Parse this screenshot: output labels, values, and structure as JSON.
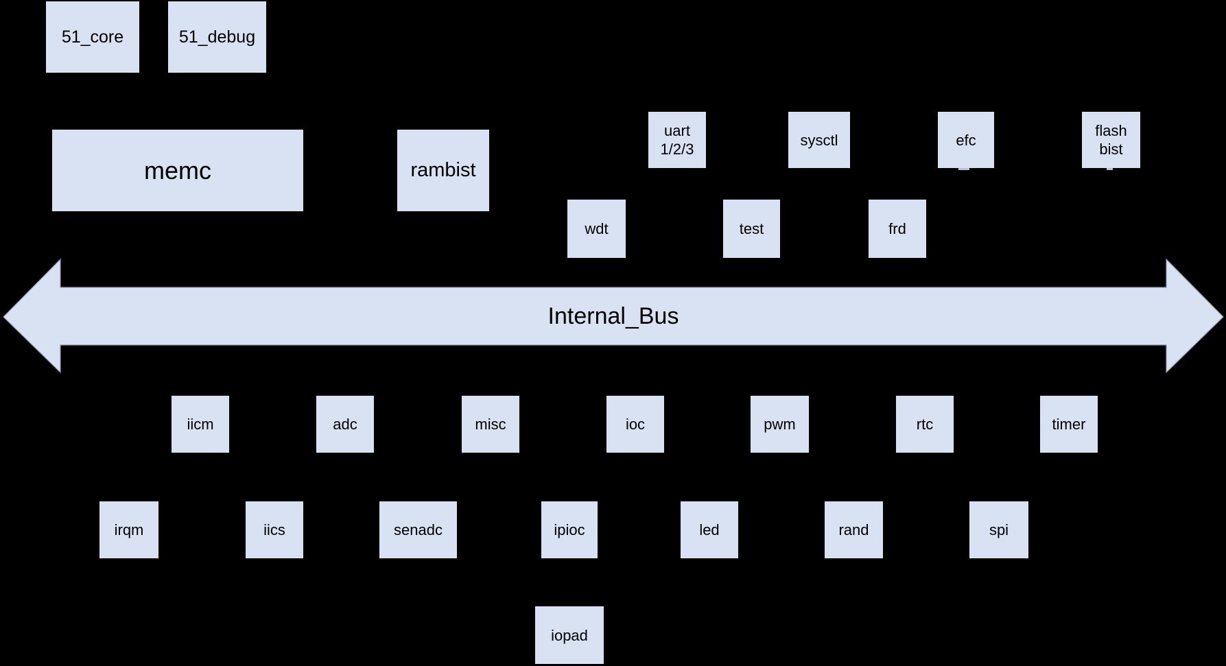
{
  "diagram_type": "soc-block-diagram",
  "colors": {
    "background": "#000000",
    "block_fill": "#d9e2f3",
    "block_text": "#000000",
    "bus_fill": "#d9e2f3",
    "bus_outline": "#9099ac",
    "connector_stub": "#b9c2d9"
  },
  "bus": {
    "label": "Internal_Bus",
    "direction": "double-headed-horizontal"
  },
  "blocks": {
    "core51": {
      "label": "51_core"
    },
    "debug51": {
      "label": "51_debug"
    },
    "memc": {
      "label": "memc"
    },
    "rambist": {
      "label": "rambist"
    },
    "uart": {
      "label": "uart 1/2/3"
    },
    "sysctl": {
      "label": "sysctl"
    },
    "efc": {
      "label": "efc"
    },
    "flashbist": {
      "label": "flash bist"
    },
    "wdt": {
      "label": "wdt"
    },
    "test": {
      "label": "test"
    },
    "frd": {
      "label": "frd"
    },
    "iicm": {
      "label": "iicm"
    },
    "adc": {
      "label": "adc"
    },
    "misc": {
      "label": "misc"
    },
    "ioc": {
      "label": "ioc"
    },
    "pwm": {
      "label": "pwm"
    },
    "rtc": {
      "label": "rtc"
    },
    "timer": {
      "label": "timer"
    },
    "irqm": {
      "label": "irqm"
    },
    "iics": {
      "label": "iics"
    },
    "senadc": {
      "label": "senadc"
    },
    "ipioc": {
      "label": "ipioc"
    },
    "led": {
      "label": "led"
    },
    "rand": {
      "label": "rand"
    },
    "spi": {
      "label": "spi"
    },
    "iopad": {
      "label": "iopad"
    }
  }
}
